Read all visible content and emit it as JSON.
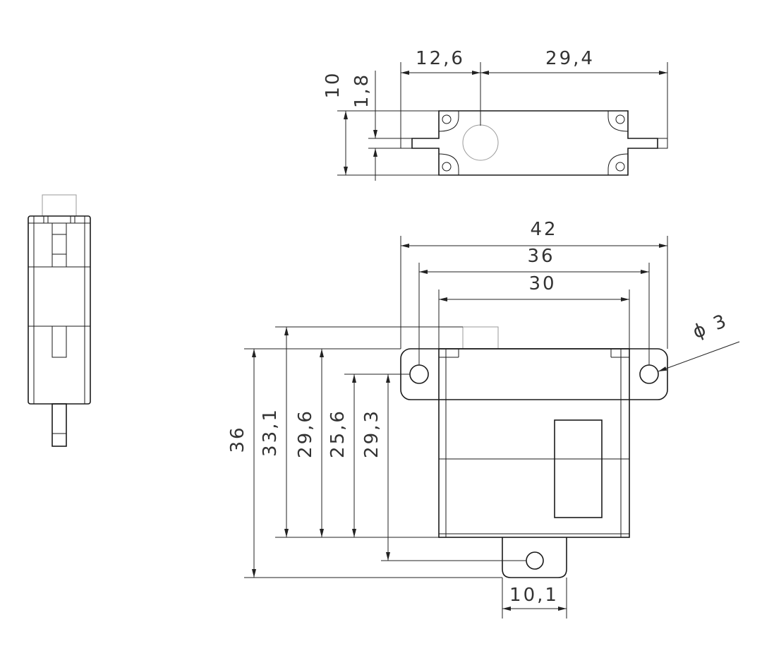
{
  "dimensions": {
    "top_view": {
      "horn_offset": "12,6",
      "horn_to_end": "29,4",
      "height": "10",
      "flange_thickness": "1,8"
    },
    "front_view": {
      "overall_length": "42",
      "hole_spacing": "36",
      "body_width": "30",
      "total_height": "36",
      "height_with_connector": "33,1",
      "body_height": "29,6",
      "body_to_holes": "25,6",
      "bottom_hole_to_holes": "29,3",
      "hole_diameter": "ϕ  3",
      "bottom_tab_width": "10,1"
    }
  }
}
